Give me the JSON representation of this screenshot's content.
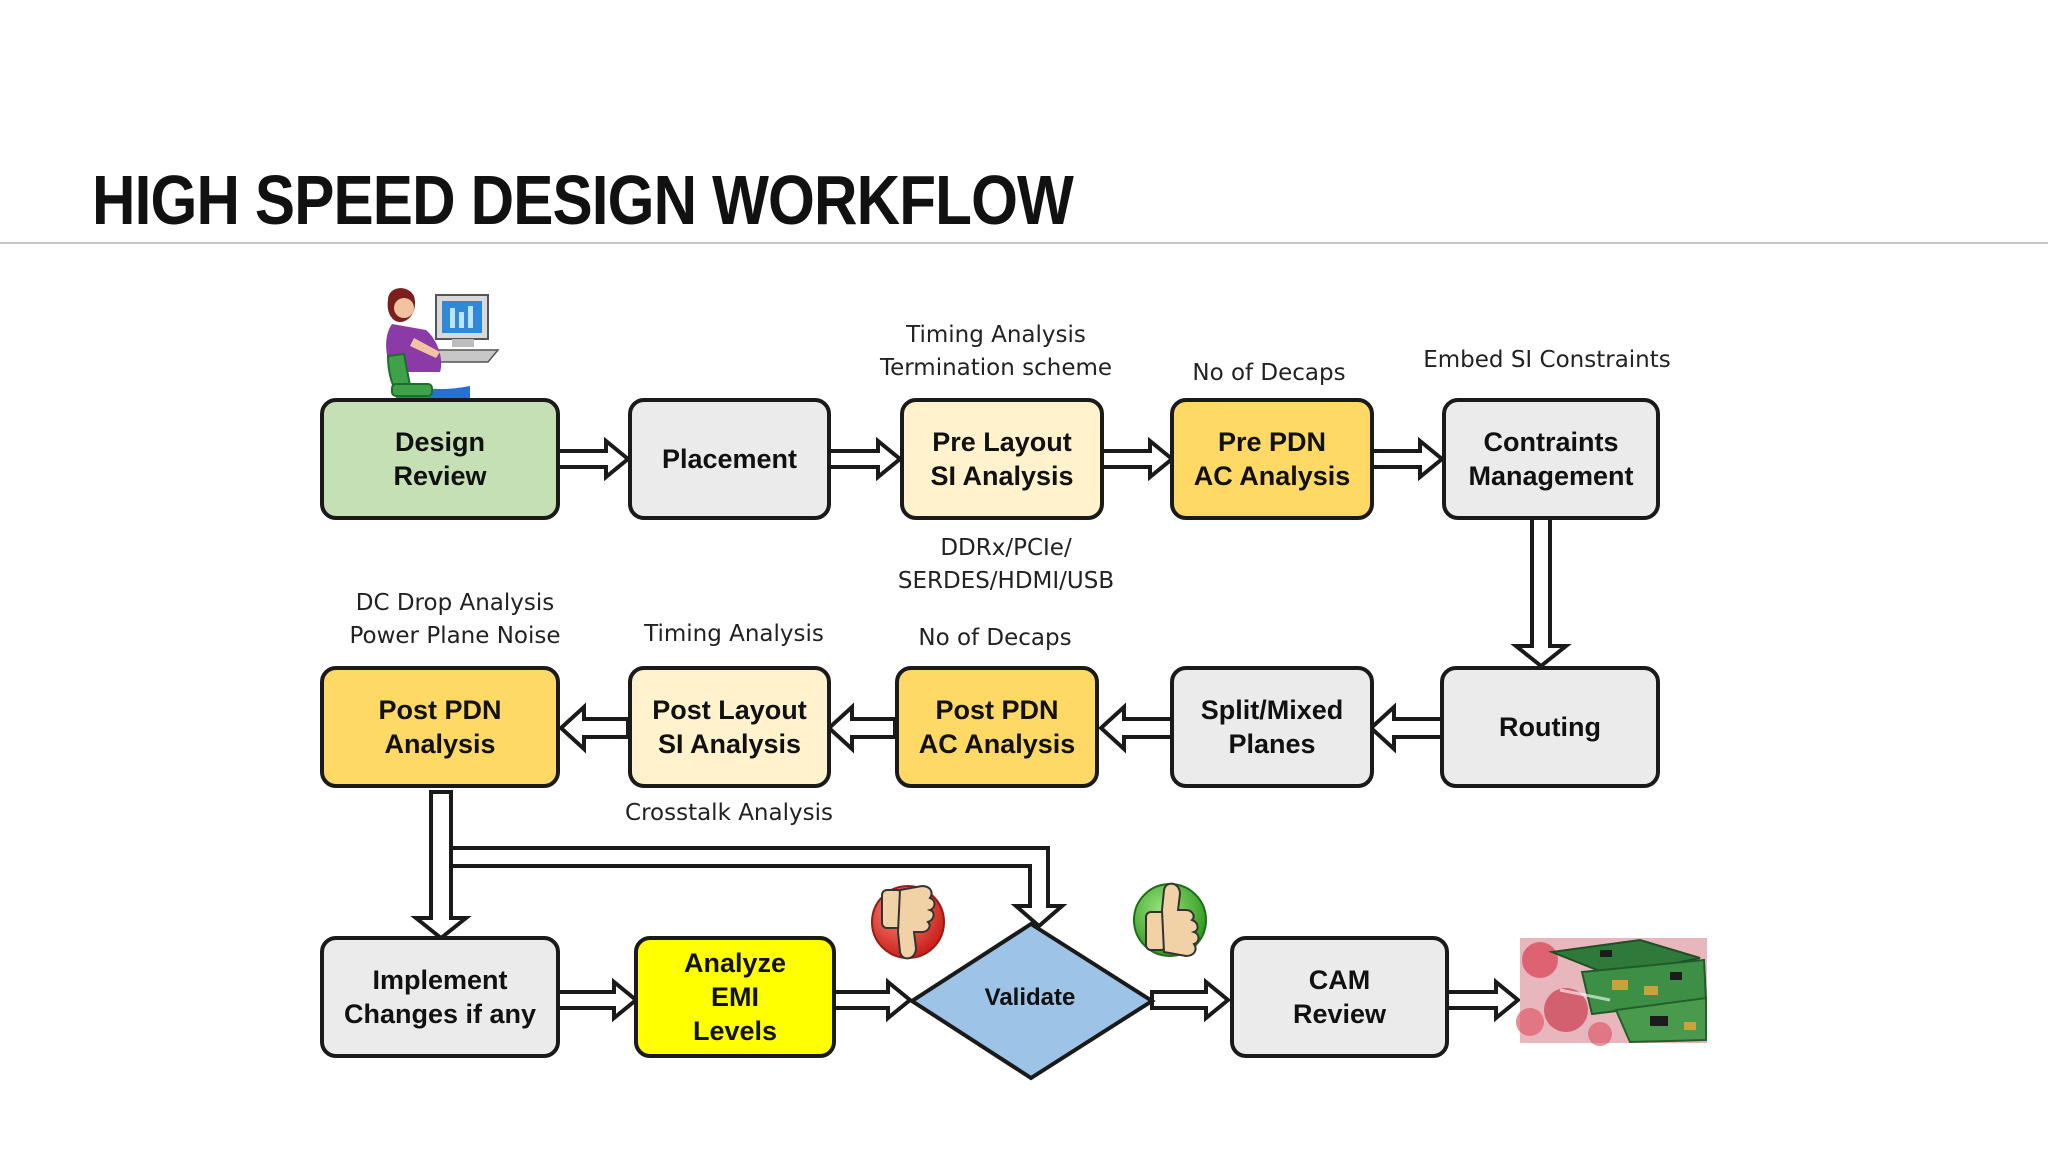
{
  "title": "HIGH SPEED DESIGN WORKFLOW",
  "colors": {
    "design_review": "#c5e0b4",
    "neutral": "#ebebeb",
    "pre_layout": "#fff2cc",
    "pdn": "#ffd966",
    "emi": "#ffff00",
    "validate": "#9dc3e6"
  },
  "steps": {
    "design_review": "Design\nReview",
    "placement": "Placement",
    "pre_layout_si": "Pre Layout\nSI Analysis",
    "pre_pdn": "Pre PDN\nAC Analysis",
    "constraints": "Contraints\nManagement",
    "routing": "Routing",
    "split_mixed": "Split/Mixed\nPlanes",
    "post_pdn_ac": "Post PDN\nAC Analysis",
    "post_layout_si": "Post Layout\nSI Analysis",
    "post_pdn": "Post PDN\nAnalysis",
    "implement": "Implement\nChanges if any",
    "analyze_emi": "Analyze\nEMI\nLevels",
    "validate": "Validate",
    "cam_review": "CAM\nReview"
  },
  "notes": {
    "pre_layout_top": "Timing Analysis\nTermination scheme",
    "pre_layout_bottom": "DDRx/PCIe/\nSERDES/HDMI/USB",
    "pre_pdn_top": "No of Decaps",
    "constraints_top": "Embed SI Constraints",
    "post_pdn_top": "DC Drop Analysis\nPower Plane Noise",
    "post_layout_top": "Timing Analysis",
    "post_layout_bottom": "Crosstalk Analysis",
    "post_pdn_ac_top": "No of Decaps"
  },
  "icons": {
    "designer": "person-at-computer-icon",
    "thumbs_down": "thumbs-down-icon",
    "thumbs_up": "thumbs-up-icon",
    "pcb": "pcb-board-image"
  }
}
